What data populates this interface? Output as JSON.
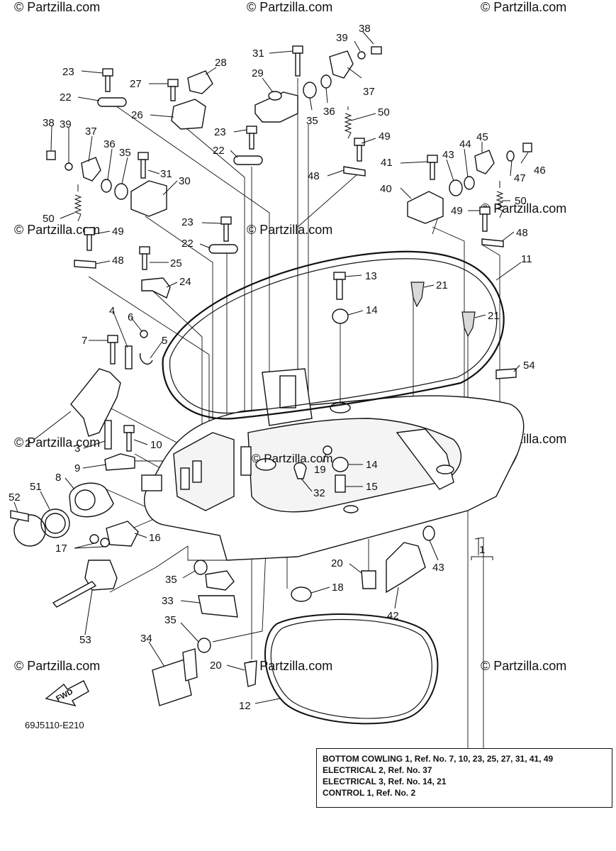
{
  "diagram_code": "69J5110-E210",
  "watermark": "© Partzilla.com",
  "center_watermark": "© Partzilla.com",
  "fwd_label": "FWD",
  "note_lines": [
    "BOTTOM COWLING 1,  Ref. No. 7, 10, 23, 25, 27, 31, 41, 49",
    "ELECTRICAL 2,  Ref. No. 37",
    "ELECTRICAL 3,  Ref. No. 14, 21",
    "CONTROL 1,  Ref. No. 2"
  ],
  "callouts": [
    "38",
    "39",
    "31",
    "28",
    "23",
    "27",
    "29",
    "37",
    "22",
    "26",
    "36",
    "35",
    "50",
    "23",
    "49",
    "38",
    "39",
    "37",
    "36",
    "35",
    "31",
    "22",
    "48",
    "45",
    "44",
    "43",
    "41",
    "46",
    "47",
    "40",
    "30",
    "50",
    "50",
    "23",
    "49",
    "49",
    "48",
    "22",
    "48",
    "25",
    "24",
    "13",
    "21",
    "11",
    "14",
    "21",
    "4",
    "6",
    "7",
    "5",
    "54",
    "2",
    "3",
    "10",
    "9",
    "19",
    "14",
    "8",
    "15",
    "52",
    "51",
    "32",
    "16",
    "17",
    "1",
    "20",
    "43",
    "35",
    "18",
    "33",
    "42",
    "35",
    "53",
    "34",
    "20",
    "12"
  ]
}
